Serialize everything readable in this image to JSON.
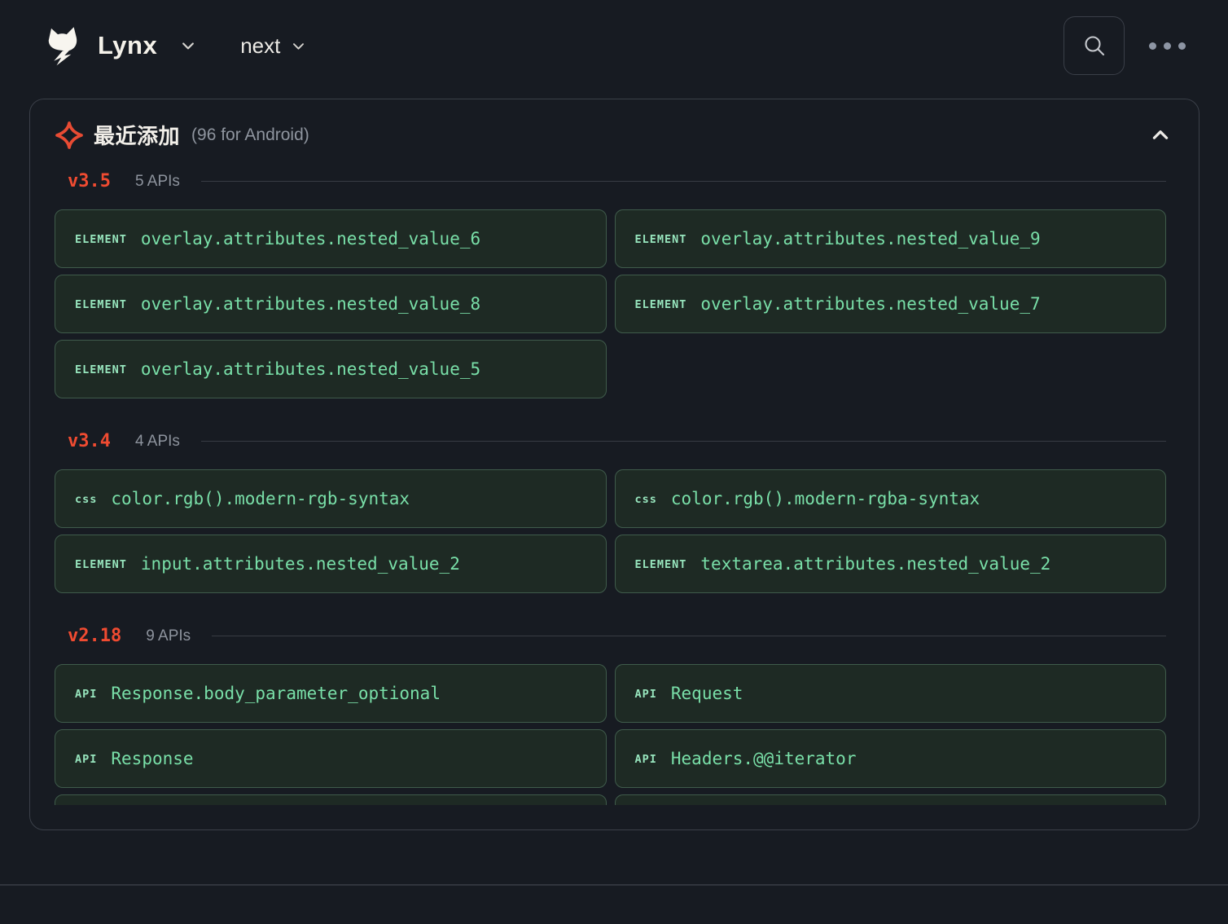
{
  "header": {
    "brand": "Lynx",
    "version_label": "next"
  },
  "icons": {
    "logo": "lynx-cat-with-lightning-bolt",
    "brand_caret": "chevron-down",
    "version_caret": "chevron-down",
    "search": "magnifier",
    "more": "ellipsis-dots",
    "sparkle": "four-point-star",
    "collapse": "chevron-up"
  },
  "colors": {
    "page_bg": "#171b22",
    "panel_border": "#3b4049",
    "accent_red": "#f04b31",
    "card_bg": "#1e2a24",
    "card_border": "#3f5b4b",
    "tag_green": "#97e5bd",
    "value_green": "#79dfa8"
  },
  "panel": {
    "title": "最近添加",
    "subtitle": "(96 for Android)",
    "sections": [
      {
        "version": "v3.5",
        "count": "5 APIs",
        "cards": [
          {
            "tag": "ELEMENT",
            "name": "overlay.attributes.nested_value_6"
          },
          {
            "tag": "ELEMENT",
            "name": "overlay.attributes.nested_value_9"
          },
          {
            "tag": "ELEMENT",
            "name": "overlay.attributes.nested_value_8"
          },
          {
            "tag": "ELEMENT",
            "name": "overlay.attributes.nested_value_7"
          },
          {
            "tag": "ELEMENT",
            "name": "overlay.attributes.nested_value_5"
          }
        ]
      },
      {
        "version": "v3.4",
        "count": "4 APIs",
        "cards": [
          {
            "tag": "css",
            "name": "color.rgb().modern-rgb-syntax"
          },
          {
            "tag": "css",
            "name": "color.rgb().modern-rgba-syntax"
          },
          {
            "tag": "ELEMENT",
            "name": "input.attributes.nested_value_2"
          },
          {
            "tag": "ELEMENT",
            "name": "textarea.attributes.nested_value_2"
          }
        ]
      },
      {
        "version": "v2.18",
        "count": "9 APIs",
        "cards": [
          {
            "tag": "API",
            "name": "Response.body_parameter_optional"
          },
          {
            "tag": "API",
            "name": "Request"
          },
          {
            "tag": "API",
            "name": "Response"
          },
          {
            "tag": "API",
            "name": "Headers.@@iterator"
          },
          {
            "tag": "",
            "name": ""
          },
          {
            "tag": "",
            "name": ""
          }
        ]
      }
    ]
  }
}
